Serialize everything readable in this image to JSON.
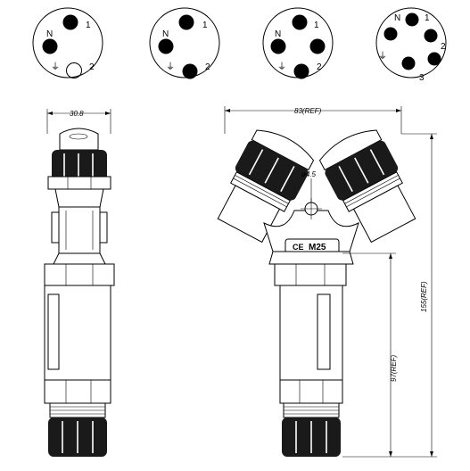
{
  "pinouts": [
    {
      "id": "pinout-3pin",
      "pins": [
        {
          "label": "1",
          "filled": true
        },
        {
          "label": "N",
          "filled": true
        },
        {
          "label": "⏚",
          "filled": true
        },
        {
          "label": "2",
          "filled": false
        }
      ]
    },
    {
      "id": "pinout-4pin-a",
      "pins": [
        {
          "label": "1",
          "filled": true
        },
        {
          "label": "N",
          "filled": true
        },
        {
          "label": "⏚",
          "filled": false
        },
        {
          "label": "2",
          "filled": true
        }
      ]
    },
    {
      "id": "pinout-4pin-b",
      "pins": [
        {
          "label": "1",
          "filled": true
        },
        {
          "label": "N",
          "filled": true
        },
        {
          "label": "⏚",
          "filled": true
        },
        {
          "label": "2",
          "filled": true
        }
      ]
    },
    {
      "id": "pinout-5pin",
      "pins": [
        {
          "label": "N",
          "filled": true
        },
        {
          "label": "1",
          "filled": true
        },
        {
          "label": "2",
          "filled": true
        },
        {
          "label": "⏚",
          "filled": true
        },
        {
          "label": "3",
          "filled": true
        }
      ]
    }
  ],
  "dimensions": {
    "side_width": "30.8",
    "front_width": "83(REF)",
    "hole_diameter": "ø4.5",
    "body_length": "97(REF)",
    "total_length": "155(REF)"
  },
  "marking": {
    "ce": "CE",
    "size": "M25"
  },
  "colors": {
    "line": "#000000",
    "grip": "#1a1a1a",
    "background": "#ffffff"
  }
}
